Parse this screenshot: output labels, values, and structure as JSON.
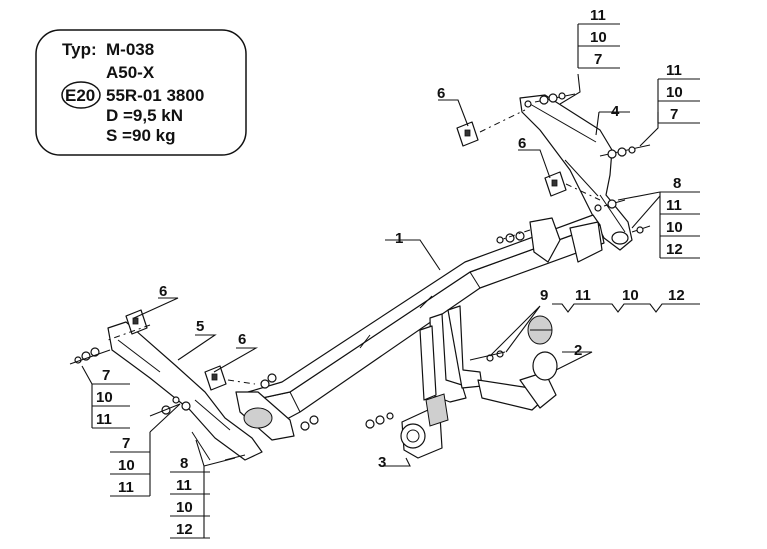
{
  "spec": {
    "typ_label": "Typ:",
    "typ_value": "M-038",
    "variant": "A50-X",
    "cert_badge": "E20",
    "approval": "55R-01 3800",
    "d_value": "D =9,5 kN",
    "s_value": "S =90 kg"
  },
  "parts": {
    "p1": "1",
    "p2": "2",
    "p3": "3",
    "p4": "4",
    "p5": "5",
    "p6": "6",
    "p8": "8",
    "p9": "9"
  },
  "callouts": {
    "top_center": [
      "11",
      "10",
      "7"
    ],
    "top_right": [
      "11",
      "10",
      "7"
    ],
    "right_8": [
      "11",
      "10",
      "12"
    ],
    "row_9": [
      "11",
      "10",
      "12"
    ],
    "left_upper": [
      "7",
      "10",
      "11"
    ],
    "left_lower": [
      "7",
      "10",
      "11"
    ],
    "bottom_8": [
      "11",
      "10",
      "12"
    ]
  }
}
